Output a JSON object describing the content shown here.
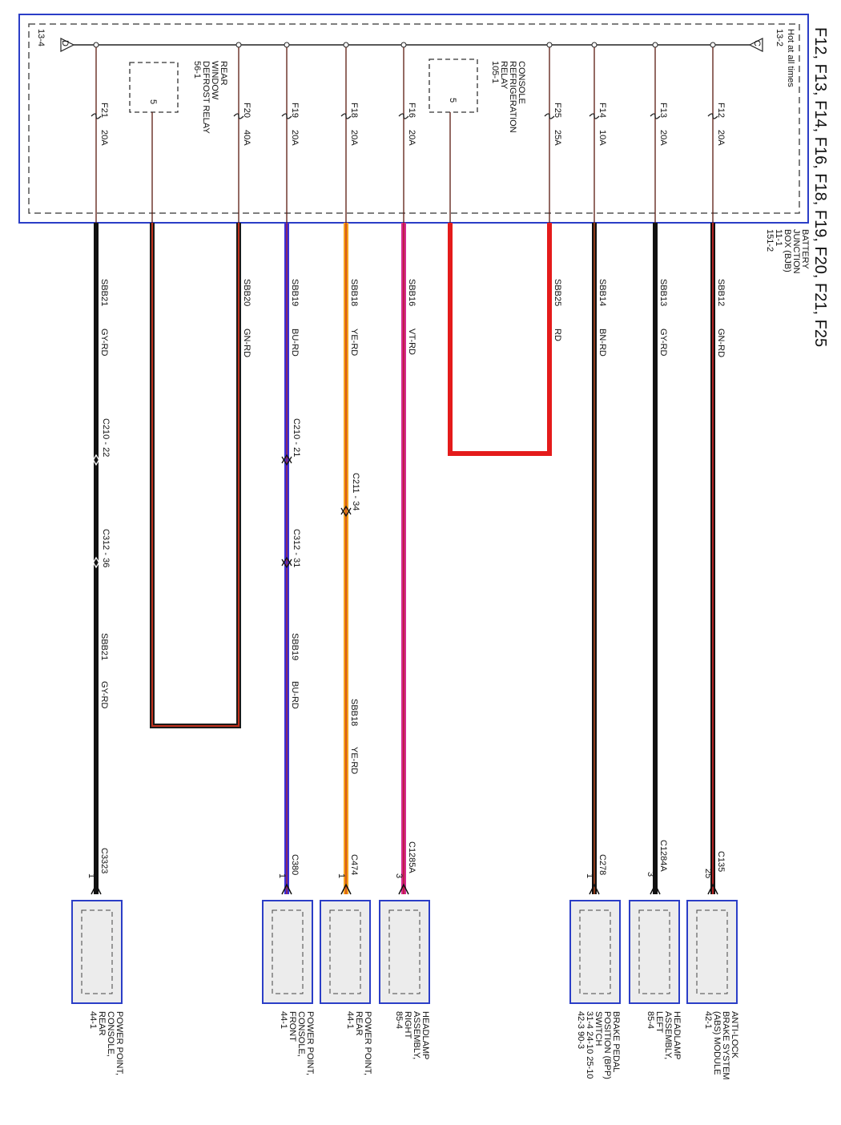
{
  "title": "F12, F13, F14, F16, F18, F19, F20, F21, F25",
  "colors": {
    "frame": "#2b3ec7",
    "component_fill": "#ececec",
    "bus": "#222222"
  },
  "bjb": {
    "hot_label": "Hot at all times",
    "right_ref": "13-2",
    "right_tag": "C",
    "left_ref": "13-4",
    "left_tag": "D",
    "label_lines": [
      "BATTERY",
      "JUNCTION",
      "BOX (BJB)",
      "11-1",
      "151-2"
    ]
  },
  "relays": [
    {
      "id": "rear-window-defrost-relay",
      "pin": "5",
      "label_lines": [
        "REAR",
        "WINDOW",
        "DEFROST RELAY",
        "56-1"
      ]
    },
    {
      "id": "console-refrigeration-relay",
      "pin": "5",
      "label_lines": [
        "CONSOLE",
        "REFRIGERATION",
        "RELAY",
        "105-1"
      ]
    }
  ],
  "fuses": [
    {
      "id": "F12",
      "name": "F12",
      "rating": "20A",
      "circuit": "SBB12",
      "wire_color": "GN-RD",
      "connector": "C135",
      "pin": "25",
      "destination_lines": [
        "ANTI-LOCK",
        "BRAKE SYSTEM",
        "(ABS) MODULE",
        "42-1"
      ]
    },
    {
      "id": "F13",
      "name": "F13",
      "rating": "20A",
      "circuit": "SBB13",
      "wire_color": "GY-RD",
      "connector": "C1284A",
      "pin": "3",
      "destination_lines": [
        "HEADLAMP",
        "ASSEMBLY,",
        "LEFT",
        "85-4"
      ]
    },
    {
      "id": "F14",
      "name": "F14",
      "rating": "10A",
      "circuit": "SBB14",
      "wire_color": "BN-RD",
      "connector": "C278",
      "pin": "1",
      "destination_lines": [
        "BRAKE PEDAL",
        "POSITION (BPP)",
        "SWITCH",
        "31-4   24-10   25-10",
        "42-3   90-3"
      ]
    },
    {
      "id": "F25",
      "name": "F25",
      "rating": "25A",
      "circuit": "SBB25",
      "wire_color": "RD"
    },
    {
      "id": "F16",
      "name": "F16",
      "rating": "20A",
      "circuit": "SBB16",
      "wire_color": "VT-RD",
      "connector": "C1285A",
      "pin": "3",
      "destination_lines": [
        "HEADLAMP",
        "ASSEMBLY,",
        "RIGHT",
        "85-4"
      ]
    },
    {
      "id": "F18",
      "name": "F18",
      "rating": "20A",
      "circuit": "SBB18",
      "wire_color": "YE-RD",
      "inline": "C211 - 34",
      "connector": "C474",
      "pin": "1",
      "destination_lines": [
        "POWER POINT,",
        "REAR",
        "44-1"
      ]
    },
    {
      "id": "F19",
      "name": "F19",
      "rating": "20A",
      "circuit": "SBB19",
      "wire_color": "BU-RD",
      "inline": "C210 - 21",
      "inline2": "C312 - 31",
      "connector": "C380",
      "pin": "1",
      "destination_lines": [
        "POWER POINT,",
        "CONSOLE,",
        "FRONT",
        "44-1"
      ]
    },
    {
      "id": "F20",
      "name": "F20",
      "rating": "40A",
      "circuit": "SBB20",
      "wire_color": "GN-RD"
    },
    {
      "id": "F21",
      "name": "F21",
      "rating": "20A",
      "circuit": "SBB21",
      "wire_color": "GY-RD",
      "inline": "C210 - 22",
      "inline2": "C312 - 36",
      "connector": "C3323",
      "pin": "1",
      "destination_lines": [
        "POWER POINT,",
        "CONSOLE,",
        "REAR",
        "44-1"
      ]
    }
  ]
}
